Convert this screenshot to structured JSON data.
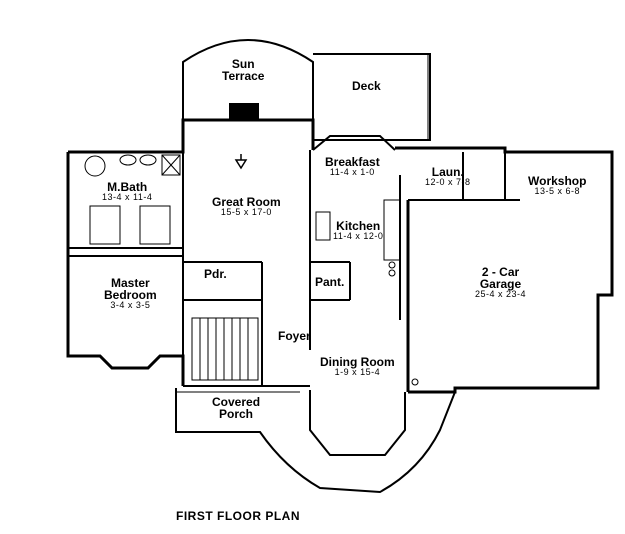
{
  "plan": {
    "caption": "FIRST FLOOR PLAN",
    "rooms": {
      "sun_terrace": {
        "name_line1": "Sun",
        "name_line2": "Terrace"
      },
      "deck": {
        "name": "Deck"
      },
      "breakfast": {
        "name": "Breakfast",
        "dims": "11-4 x 1-0"
      },
      "laundry": {
        "name": "Laun.",
        "dims": "12-0 x 7-8"
      },
      "workshop": {
        "name": "Workshop",
        "dims": "13-5 x 6-8"
      },
      "master_bath": {
        "name": "M.Bath",
        "dims": "13-4 x 11-4"
      },
      "great_room": {
        "name": "Great Room",
        "dims": "15-5 x 17-0"
      },
      "kitchen": {
        "name": "Kitchen",
        "dims": "11-4 x 12-0"
      },
      "powder": {
        "name": "Pdr."
      },
      "pantry": {
        "name": "Pant."
      },
      "garage": {
        "name_line1": "2 - Car",
        "name_line2": "Garage",
        "dims": "25-4 x 23-4"
      },
      "master_bedroom": {
        "name_line1": "Master",
        "name_line2": "Bedroom",
        "dims": "3-4 x 3-5"
      },
      "foyer": {
        "name": "Foyer"
      },
      "dining_room": {
        "name": "Dining Room",
        "dims": "1-9 x 15-4"
      },
      "covered_porch": {
        "name_line1": "Covered",
        "name_line2": "Porch"
      }
    }
  }
}
